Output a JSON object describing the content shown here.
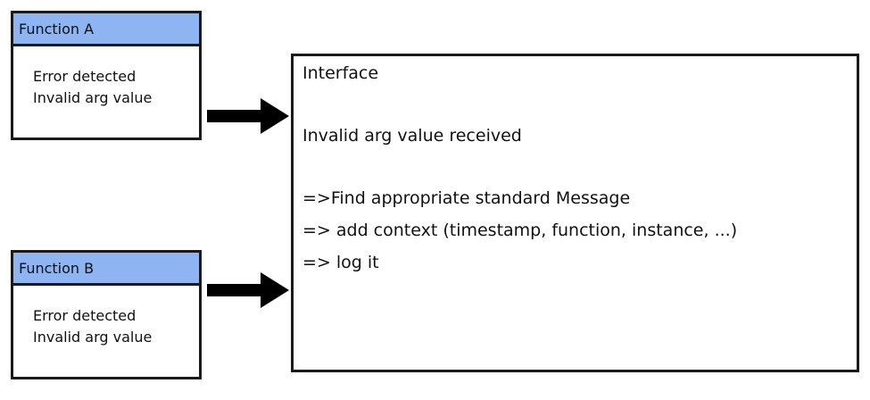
{
  "function_a": {
    "title": "Function A",
    "line1": "Error detected",
    "line2": "Invalid arg value"
  },
  "function_b": {
    "title": "Function B",
    "line1": "Error detected",
    "line2": "Invalid arg value"
  },
  "interface": {
    "title": "Interface",
    "received": "Invalid arg value received",
    "steps": [
      "=>Find appropriate standard Message",
      "=> add context (timestamp, function, instance, ...)",
      "=> log it"
    ]
  },
  "colors": {
    "header_fill": "#8fb4f2",
    "stroke": "#1a1a1a",
    "arrow": "#000000"
  }
}
